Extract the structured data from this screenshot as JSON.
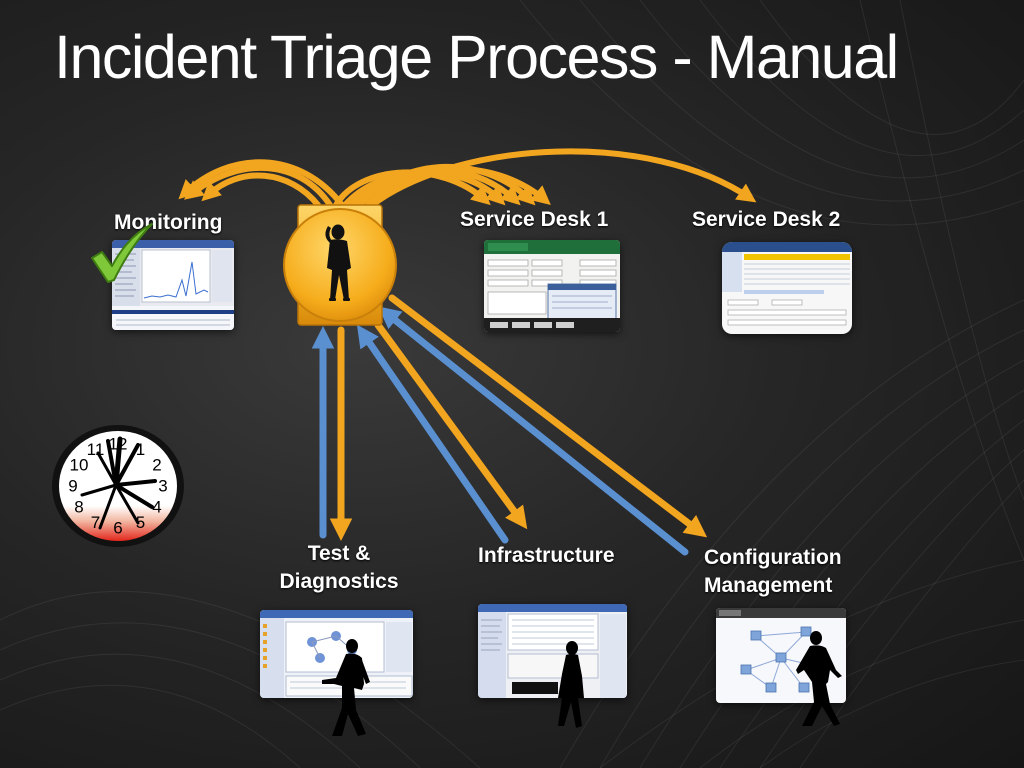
{
  "slide": {
    "title": "Incident Triage Process - Manual",
    "labels": {
      "monitoring": "Monitoring",
      "service_desk_1": "Service Desk 1",
      "service_desk_2": "Service Desk 2",
      "test_diagnostics": [
        "Test &",
        "Diagnostics"
      ],
      "infrastructure": "Infrastructure",
      "configuration_management": [
        "Configuration",
        "Management"
      ]
    },
    "clock_numerals": [
      "12",
      "1",
      "2",
      "3",
      "4",
      "5",
      "6",
      "7",
      "8",
      "9",
      "10",
      "11"
    ]
  },
  "colors": {
    "orange_arrow": "#f2a51f",
    "blue_arrow": "#5a8fd0",
    "hub_gold": "#f6b323",
    "check_green": "#7ec83a",
    "clock_red": "#e2261c"
  },
  "icons": [
    "check-icon",
    "person-silhouette-icon",
    "clock-icon",
    "walking-person-icon"
  ]
}
